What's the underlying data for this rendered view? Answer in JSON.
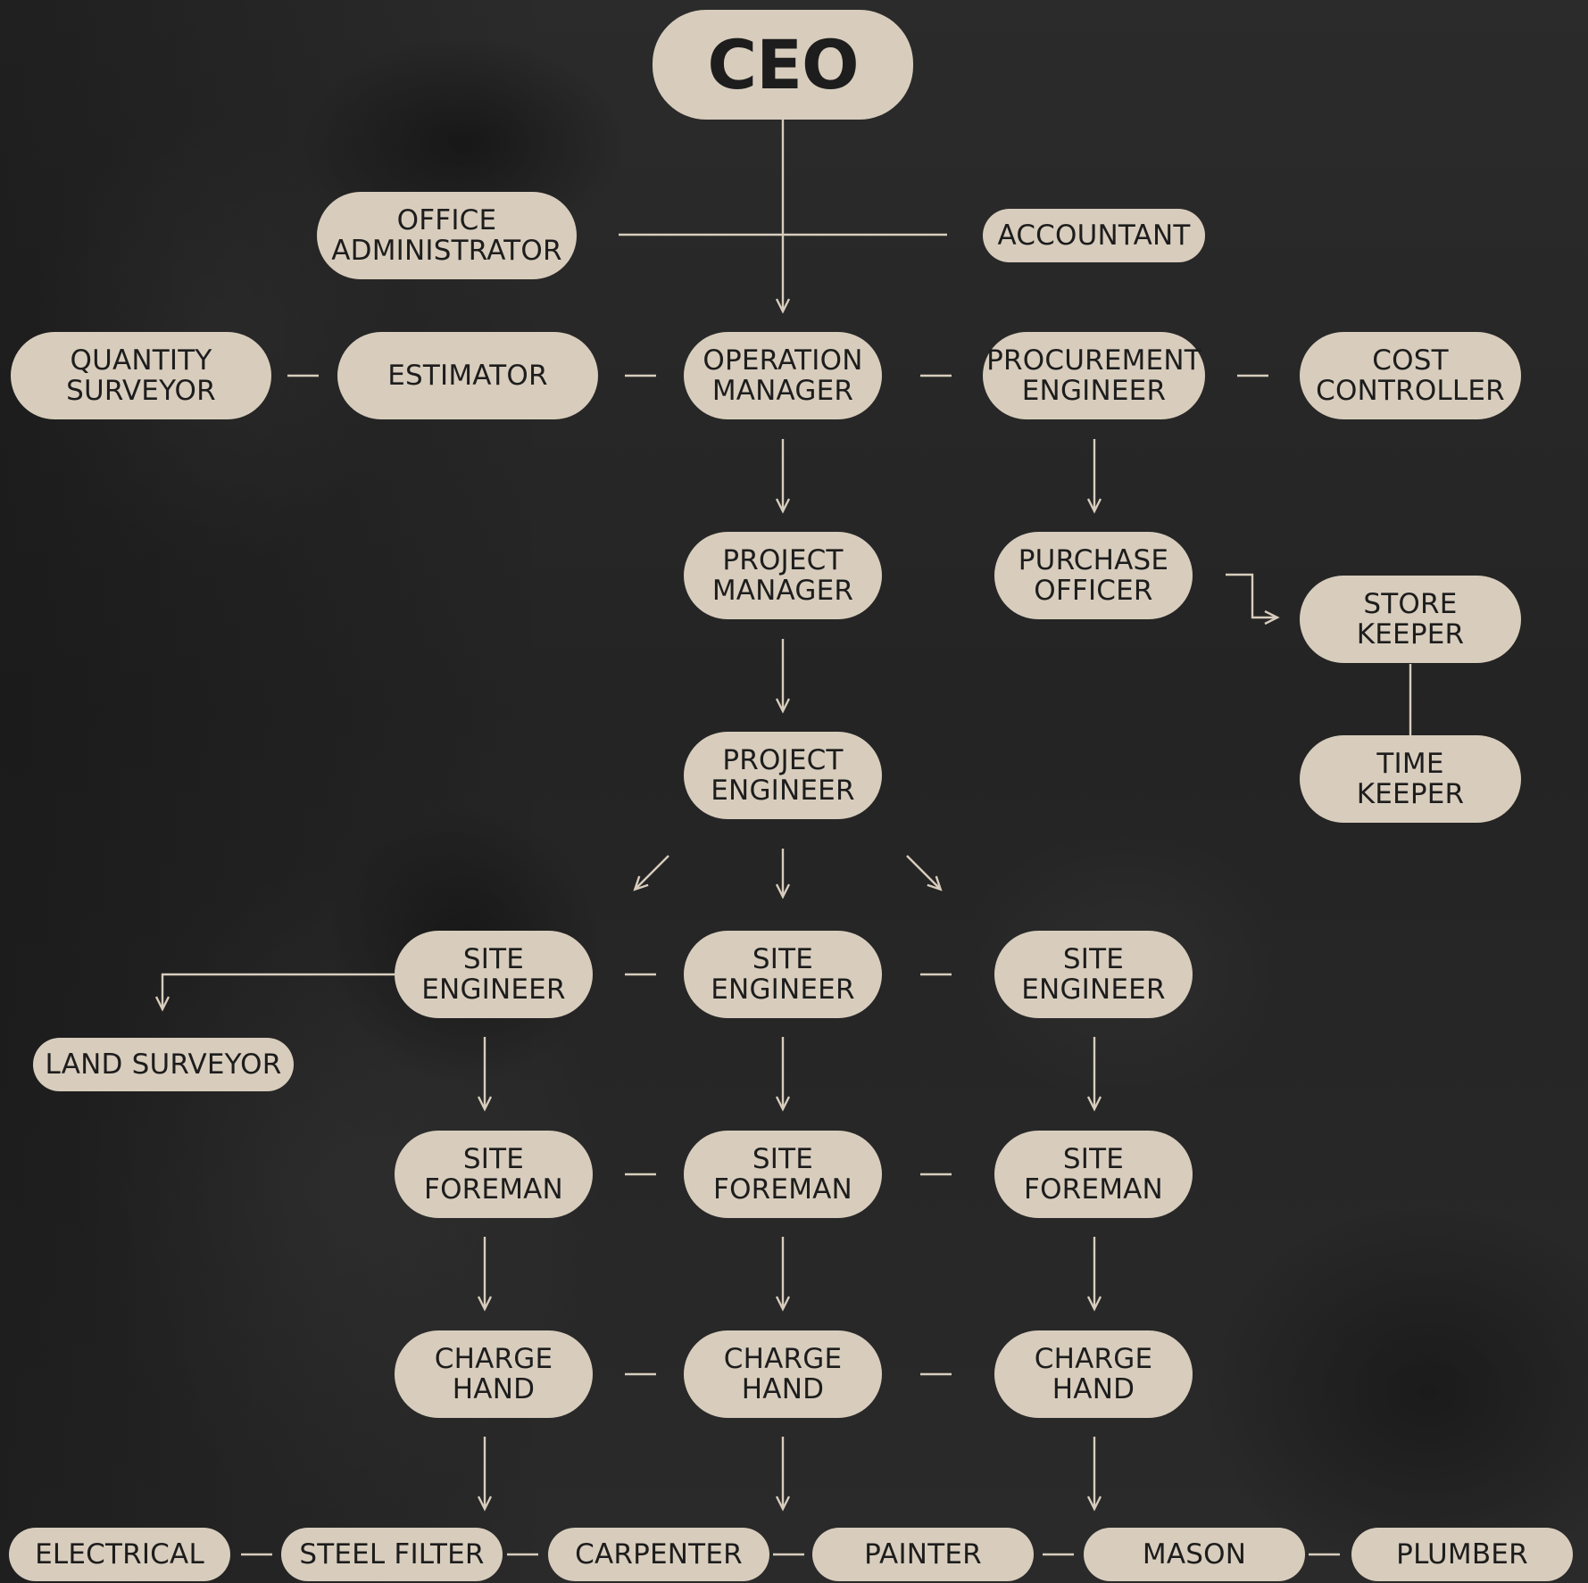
{
  "roles": {
    "ceo": "CEO",
    "office_administrator": "OFFICE\nADMINISTRATOR",
    "accountant": "ACCOUNTANT",
    "quantity_surveyor": "QUANTITY\nSURVEYOR",
    "estimator": "ESTIMATOR",
    "operation_manager": "OPERATION\nMANAGER",
    "procurement_engineer": "PROCUREMENT\nENGINEER",
    "cost_controller": "COST\nCONTROLLER",
    "project_manager": "PROJECT\nMANAGER",
    "purchase_officer": "PURCHASE\nOFFICER",
    "store_keeper": "STORE\nKEEPER",
    "time_keeper": "TIME\nKEEPER",
    "project_engineer": "PROJECT\nENGINEER",
    "site_engineer_1": "SITE\nENGINEER",
    "site_engineer_2": "SITE\nENGINEER",
    "site_engineer_3": "SITE\nENGINEER",
    "land_surveyor": "LAND SURVEYOR",
    "site_foreman_1": "SITE\nFOREMAN",
    "site_foreman_2": "SITE\nFOREMAN",
    "site_foreman_3": "SITE\nFOREMAN",
    "charge_hand_1": "CHARGE\nHAND",
    "charge_hand_2": "CHARGE\nHAND",
    "charge_hand_3": "CHARGE\nHAND",
    "electrical": "ELECTRICAL",
    "steel_filter": "STEEL FILTER",
    "carpenter": "CARPENTER",
    "painter": "PAINTER",
    "mason": "MASON",
    "plumber": "PLUMBER"
  },
  "colors": {
    "node_fill": "#d8cdbd",
    "node_text": "#1d1d1d",
    "connector": "#d8cdbd",
    "background": "#262626"
  }
}
